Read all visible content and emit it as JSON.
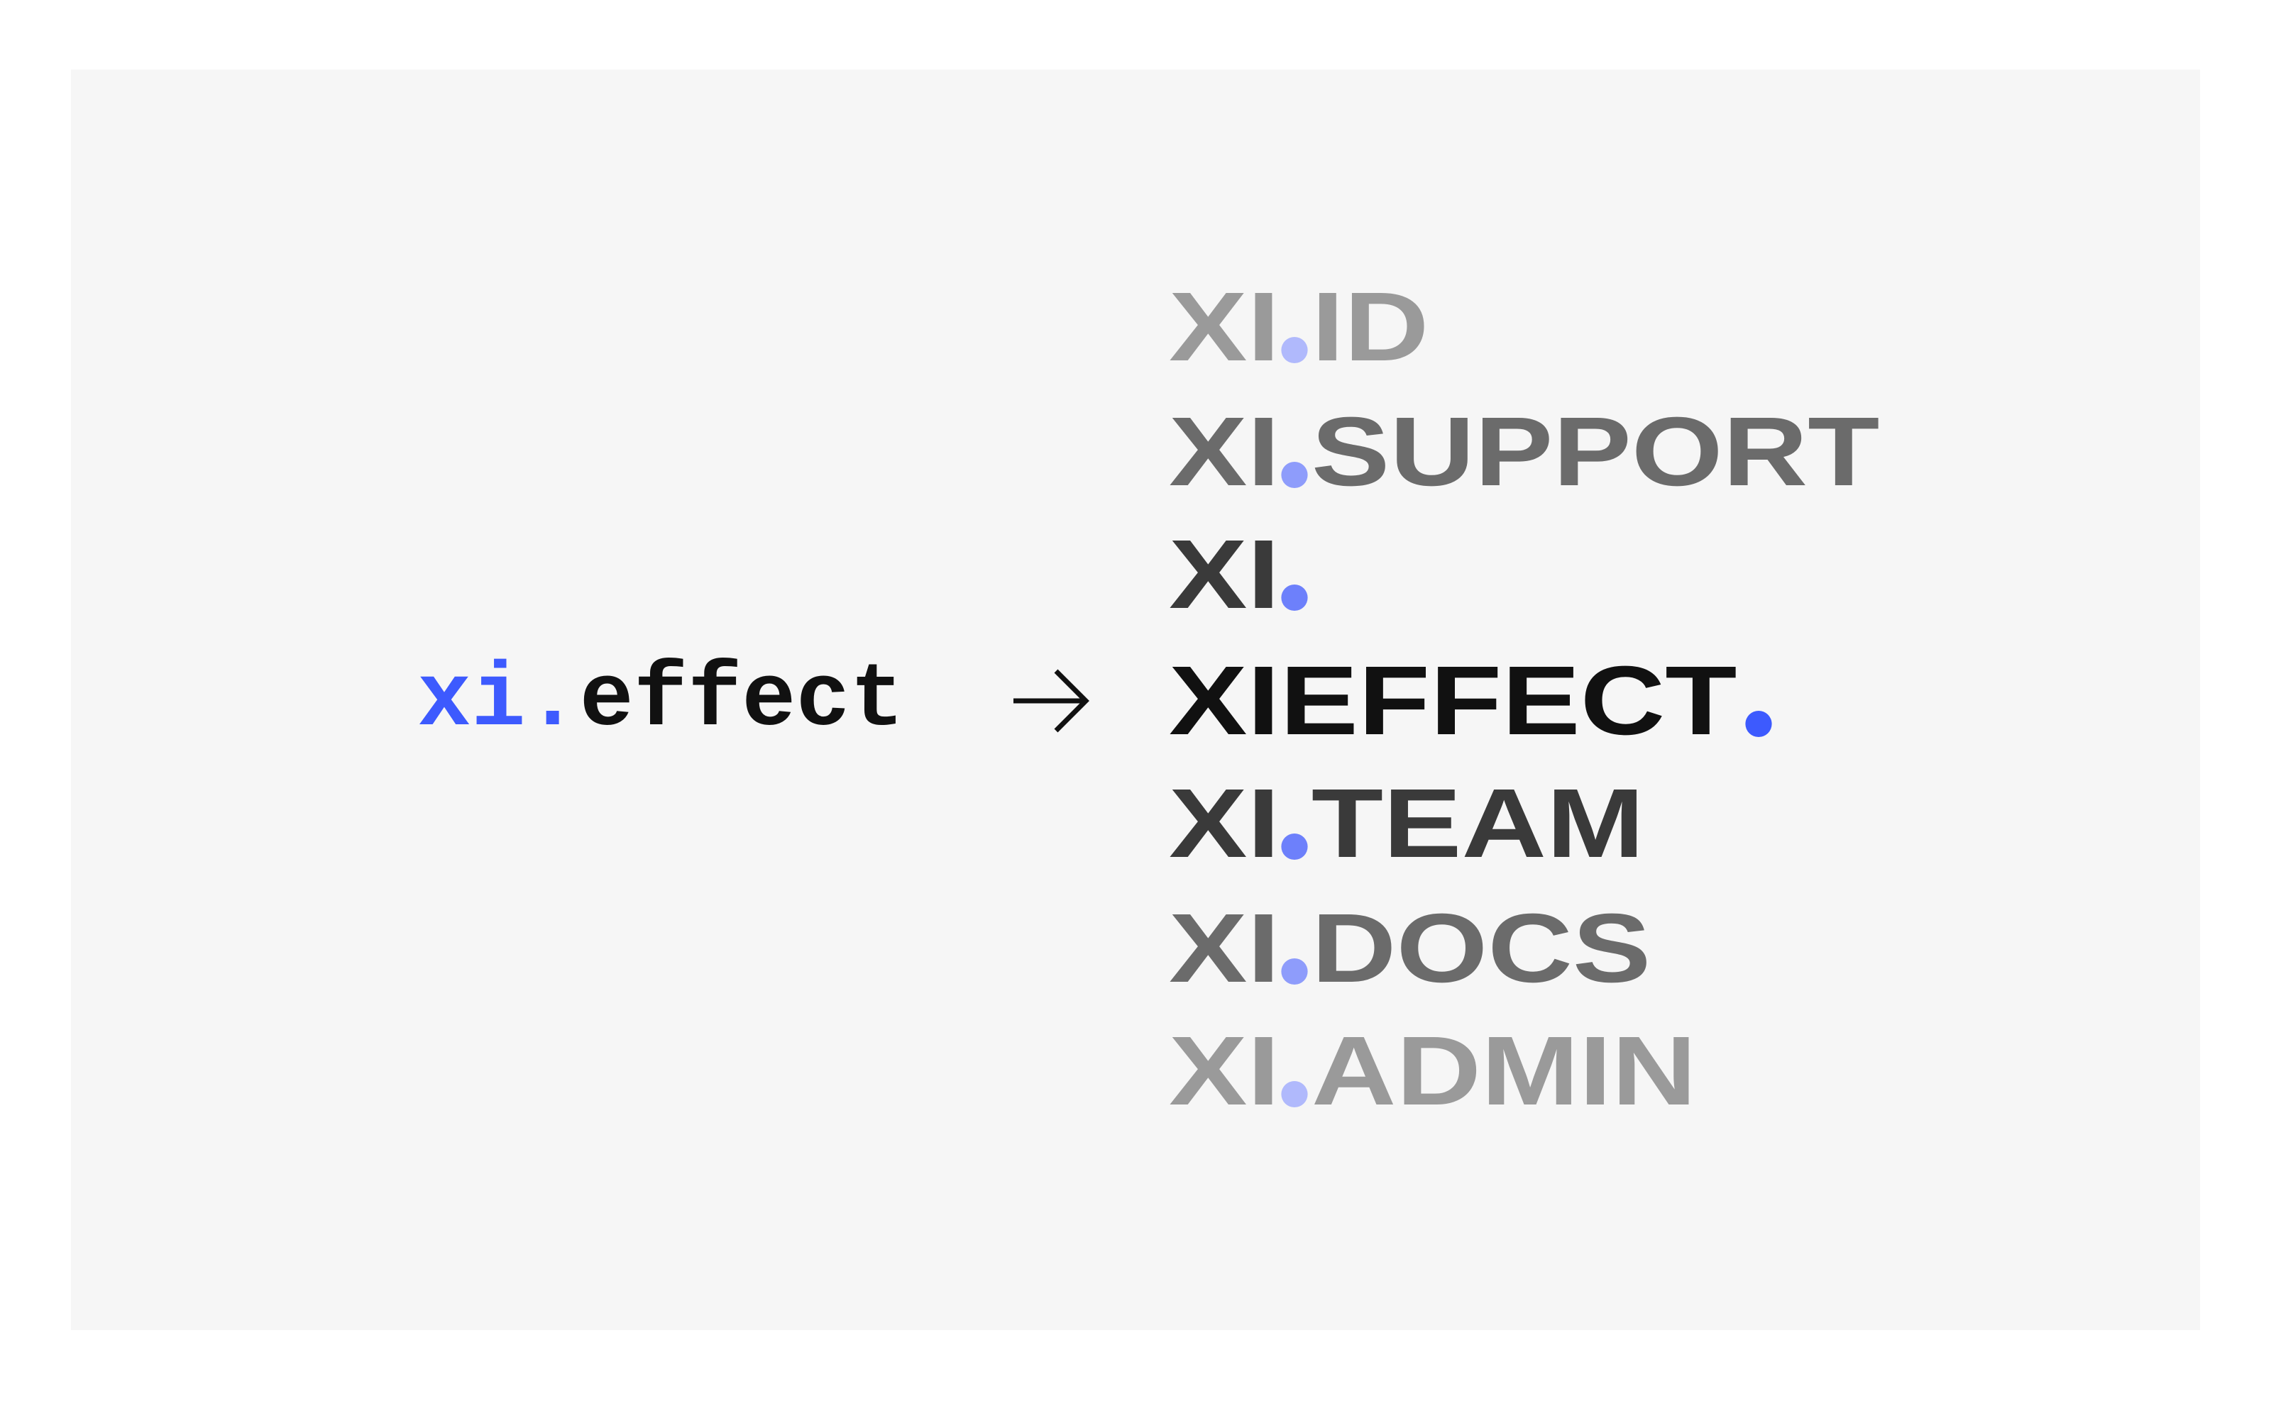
{
  "source": {
    "prefix": "xi",
    "dot": ".",
    "suffix": "effect"
  },
  "arrow_icon": "arrow-right-icon",
  "brands": [
    {
      "prefix": "XI",
      "suffix": "ID",
      "color": "#9a9a9a",
      "dot_color": "#b0b9fc"
    },
    {
      "prefix": "XI",
      "suffix": "SUPPORT",
      "color": "#6b6b6b",
      "dot_color": "#8e9cfb"
    },
    {
      "prefix": "XI",
      "suffix": "",
      "color": "#3a3a3a",
      "dot_color": "#6d80fb"
    },
    {
      "prefix": "XIEFFECT",
      "suffix": "",
      "color": "#111111",
      "dot_color": "#3d5afe",
      "dot_last": true
    },
    {
      "prefix": "XI",
      "suffix": "TEAM",
      "color": "#3a3a3a",
      "dot_color": "#6d80fb"
    },
    {
      "prefix": "XI",
      "suffix": "DOCS",
      "color": "#6b6b6b",
      "dot_color": "#8e9cfb"
    },
    {
      "prefix": "XI",
      "suffix": "ADMIN",
      "color": "#9a9a9a",
      "dot_color": "#b0b9fc"
    }
  ]
}
